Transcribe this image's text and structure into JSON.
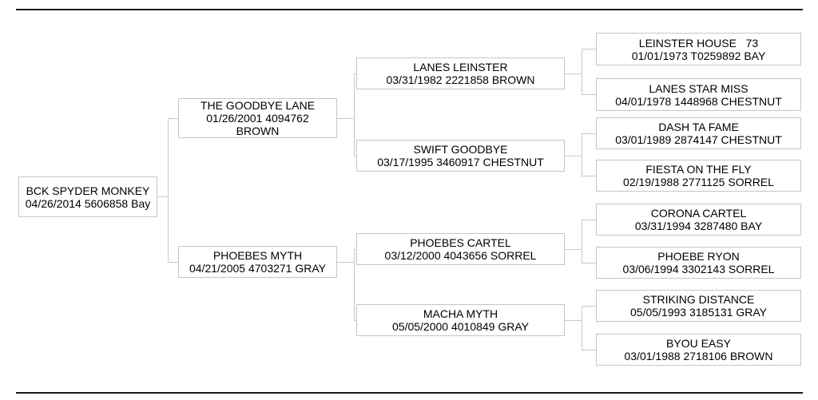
{
  "pedigree": {
    "subject": {
      "lines": [
        "BCK SPYDER MONKEY",
        "04/26/2014 5606858 Bay"
      ]
    },
    "gen2": [
      {
        "lines": [
          "THE GOODBYE LANE",
          "01/26/2001 4094762",
          "BROWN"
        ]
      },
      {
        "lines": [
          "PHOEBES MYTH",
          "04/21/2005 4703271 GRAY"
        ]
      }
    ],
    "gen3": [
      {
        "lines": [
          "LANES LEINSTER",
          "03/31/1982 2221858 BROWN"
        ]
      },
      {
        "lines": [
          "SWIFT GOODBYE",
          "03/17/1995 3460917 CHESTNUT"
        ]
      },
      {
        "lines": [
          "PHOEBES CARTEL",
          "03/12/2000 4043656 SORREL"
        ]
      },
      {
        "lines": [
          "MACHA MYTH",
          "05/05/2000 4010849 GRAY"
        ]
      }
    ],
    "gen4": [
      {
        "lines": [
          "LEINSTER HOUSE   73",
          "01/01/1973 T0259892 BAY"
        ]
      },
      {
        "lines": [
          "LANES STAR MISS",
          "04/01/1978 1448968 CHESTNUT"
        ]
      },
      {
        "lines": [
          "DASH TA FAME",
          "03/01/1989 2874147 CHESTNUT"
        ]
      },
      {
        "lines": [
          "FIESTA ON THE FLY",
          "02/19/1988 2771125 SORREL"
        ]
      },
      {
        "lines": [
          "CORONA CARTEL",
          "03/31/1994 3287480 BAY"
        ]
      },
      {
        "lines": [
          "PHOEBE RYON",
          "03/06/1994 3302143 SORREL"
        ]
      },
      {
        "lines": [
          "STRIKING DISTANCE",
          "05/05/1993 3185131 GRAY"
        ]
      },
      {
        "lines": [
          "BYOU EASY",
          "03/01/1988 2718106 BROWN"
        ]
      }
    ],
    "colors": {
      "box_border": "#c6c6c6",
      "connector": "#c9c9c9",
      "rule": "#1a1a1a",
      "text": "#000000"
    }
  }
}
